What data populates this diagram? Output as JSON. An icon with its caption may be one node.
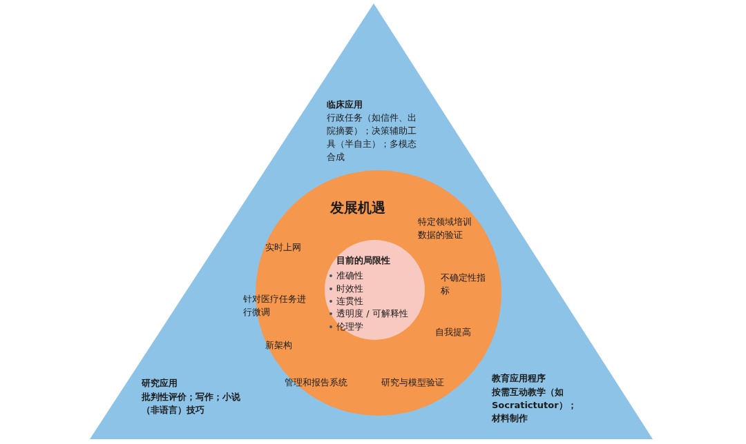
{
  "diagram": {
    "nodes": [
      {
        "text": [
          "临床应用",
          "行政任务（如信件、出院摘要）；决策辅助工具（半自主）；多模态合成",
          "研究应用",
          "批判性评价；写作；小说（非语言）技巧",
          "教育应用程序",
          "按需互动教学（如Socratictutor）；材料制作"
        ]
      },
      {
        "text": [
          "发展机遇",
          "特定领域培训数据的验证",
          "实时上网",
          "不确定性指标",
          "针对医疗任务进行微调",
          "自我提高",
          "新架构",
          "管理和报告系统",
          "研究与模型验证"
        ],
        "in": 0
      },
      {
        "text": [
          "目前的局限性",
          "准确性",
          "时效性",
          "连贯性",
          "透明度 / 可解释性",
          "伦理学"
        ],
        "in": 1
      }
    ]
  }
}
